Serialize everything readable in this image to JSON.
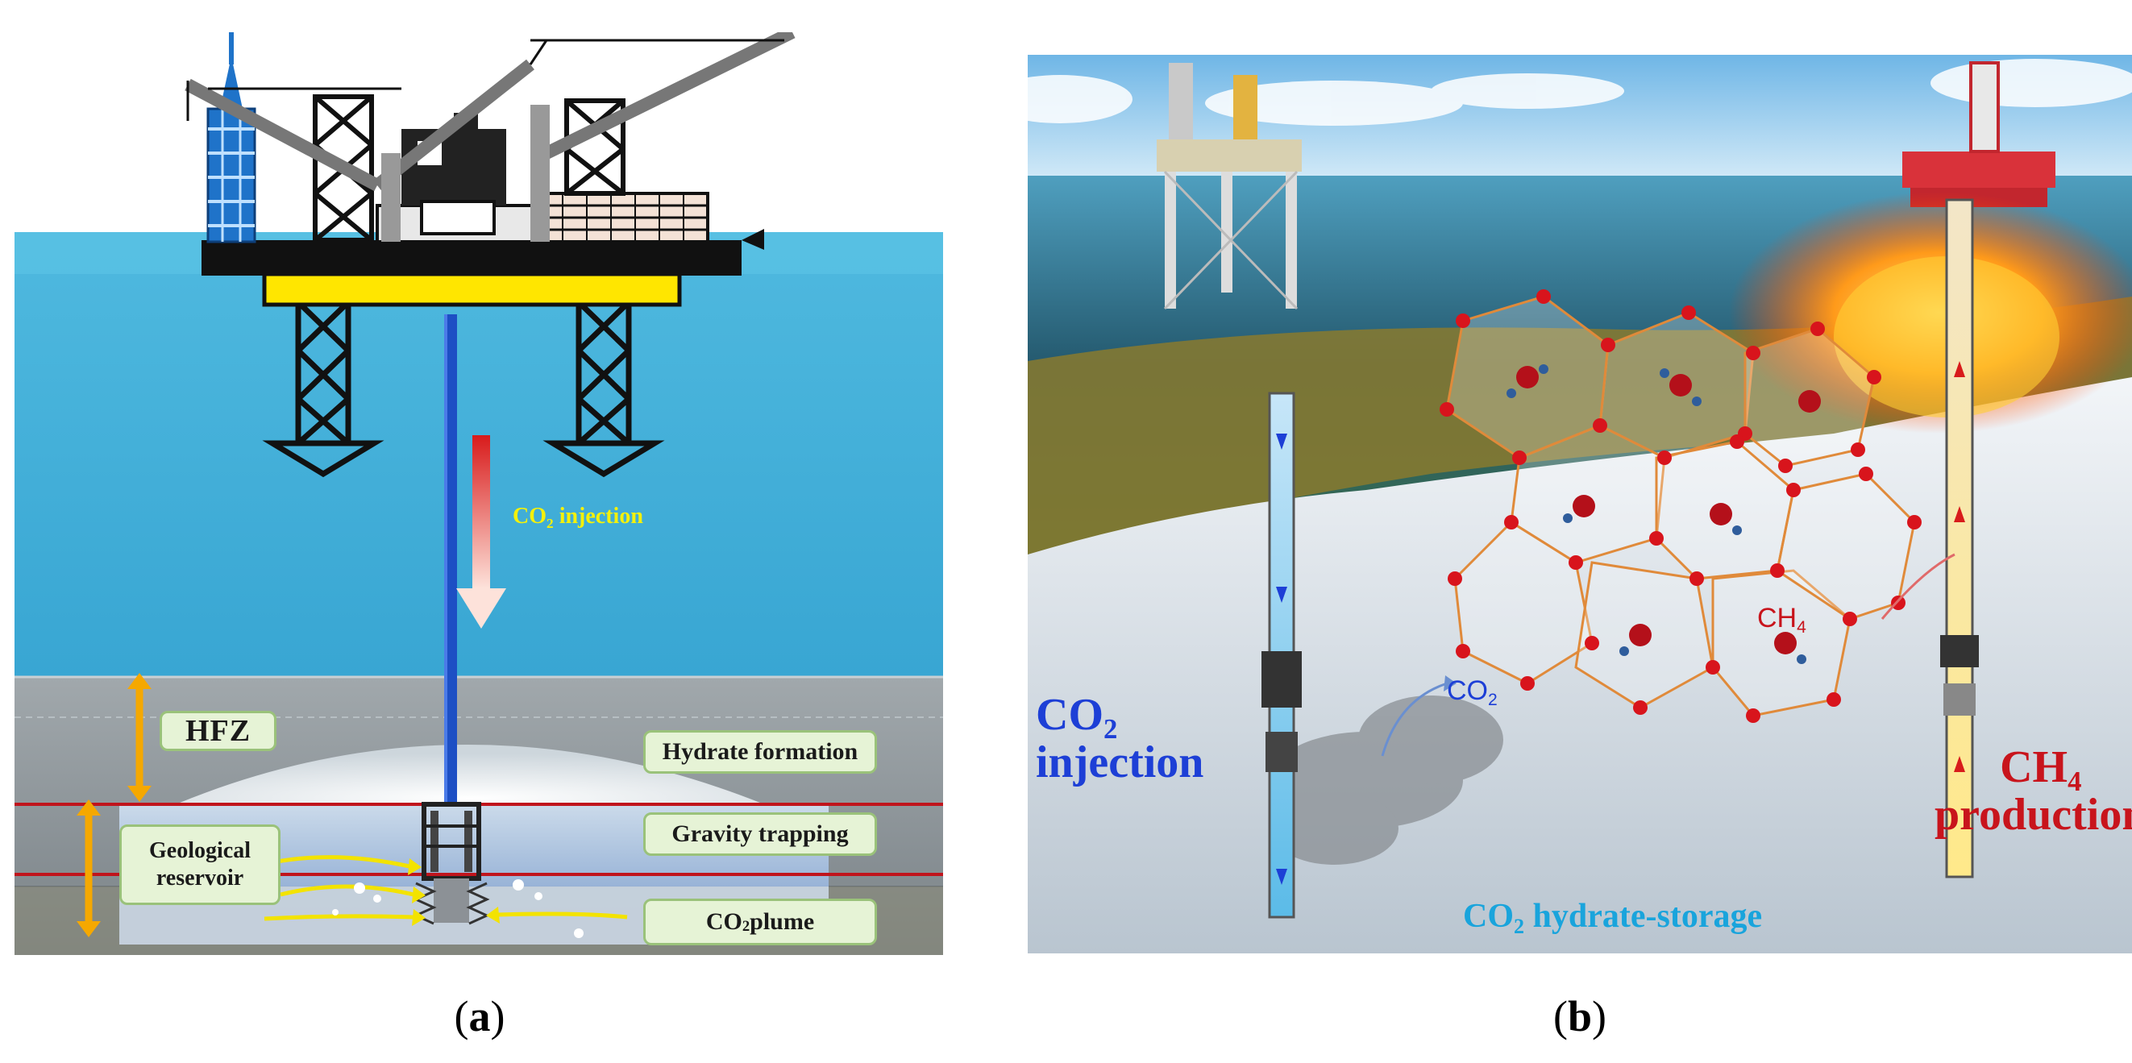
{
  "panel_a": {
    "label_open": "(",
    "label_letter": "a",
    "label_close": ")",
    "injection": {
      "prefix": "CO",
      "sub": "2",
      "suffix": " injection"
    },
    "hfz": "HFZ",
    "hydrate_formation": "Hydrate formation",
    "gravity_trapping": "Gravity trapping",
    "geological_line1": "Geological",
    "geological_line2": "reservoir",
    "plume": {
      "prefix": "CO",
      "sub": "2",
      "suffix": " plume"
    },
    "colors": {
      "sea": "#2aa0cf",
      "sediment": "#8e979c",
      "pipe": "#1d4fc4",
      "arrow_yellow": "#f5a800",
      "boundary": "#c0141c"
    }
  },
  "panel_b": {
    "label_open": "(",
    "label_letter": "b",
    "label_close": ")",
    "co2_injection": {
      "prefix": "CO",
      "sub": "2",
      "line2": "injection"
    },
    "ch4_production": {
      "prefix": "CH",
      "sub": "4",
      "line2": "production"
    },
    "co2_small": {
      "prefix": "CO",
      "sub": "2"
    },
    "ch4_small": {
      "prefix": "CH",
      "sub": "4"
    },
    "storage": {
      "prefix": "CO",
      "sub": "2",
      "suffix": " hydrate-storage"
    },
    "colors": {
      "sky": "#9fd2ee",
      "sea": "#2d6f86",
      "ice": "#dfe7ee",
      "blue_text": "#1d3fd6",
      "red_text": "#c8141c",
      "cyan_text": "#19a4dc"
    }
  }
}
